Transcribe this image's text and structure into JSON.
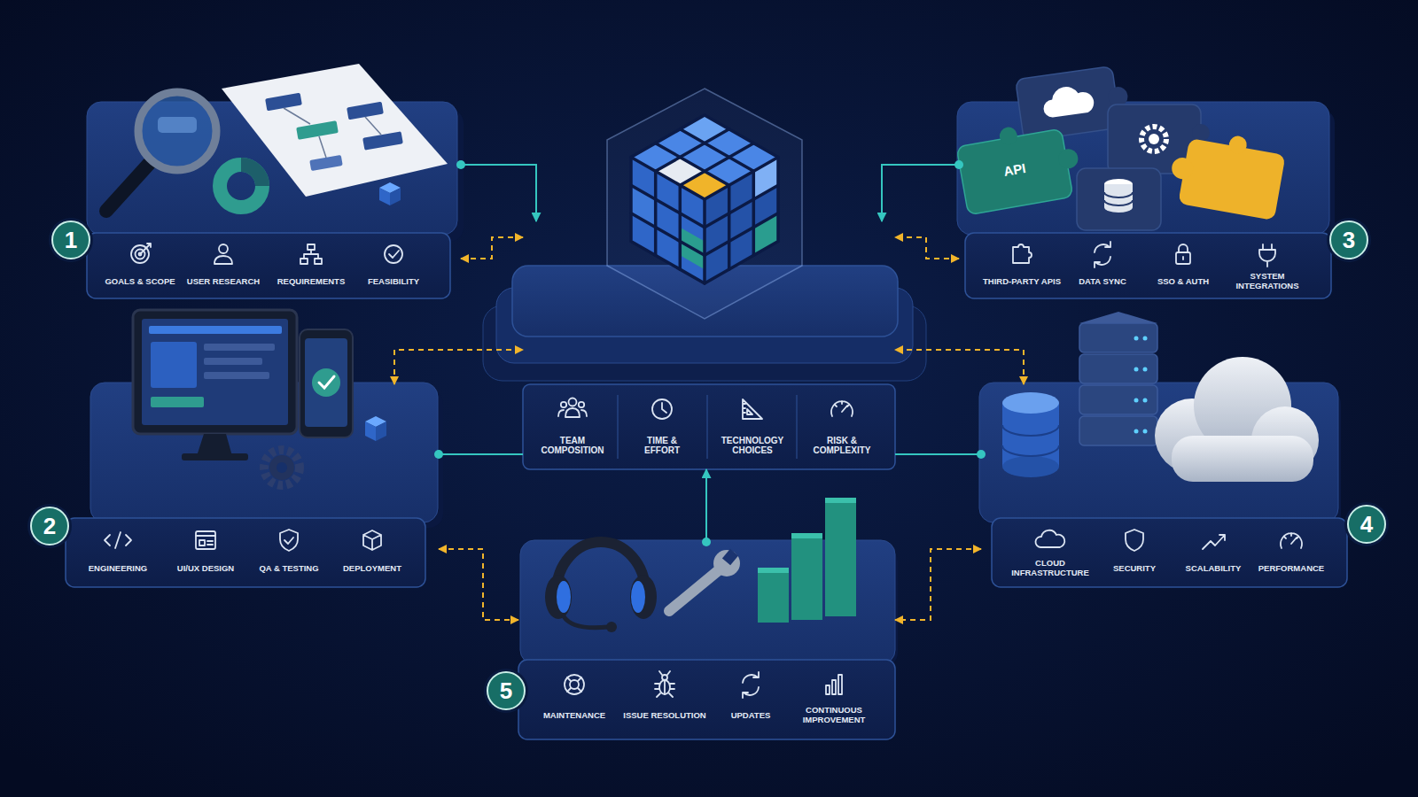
{
  "diagram": {
    "nodes": [
      {
        "text": [
          "GOALS & SCOPE",
          "USER RESEARCH",
          "REQUIREMENTS",
          "FEASIBILITY"
        ]
      },
      {
        "text": [
          "1"
        ],
        "in": 0
      },
      {
        "text": [
          "TEAM COMPOSITION",
          "TIME & EFFORT",
          "TECHNOLOGY CHOICES",
          "RISK & COMPLEXITY"
        ]
      },
      {
        "text": [
          "THIRD-PARTY APIS",
          "DATA SYNC",
          "SSO & AUTH",
          "SYSTEM INTEGRATIONS"
        ]
      },
      {
        "text": [
          "3"
        ],
        "in": 3
      },
      {
        "text": [
          "ENGINEERING",
          "UI/UX DESIGN",
          "QA & TESTING",
          "DEPLOYMENT"
        ]
      },
      {
        "text": [
          "2"
        ],
        "in": 5
      },
      {
        "text": [
          "CLOUD INFRASTRUCTURE",
          "SECURITY",
          "SCALABILITY",
          "PERFORMANCE"
        ]
      },
      {
        "text": [
          "4"
        ],
        "in": 7
      },
      {
        "text": [
          "MAINTENANCE",
          "ISSUE RESOLUTION",
          "UPDATES",
          "CONTINUOUS IMPROVEMENT"
        ]
      },
      {
        "text": [
          "5"
        ],
        "in": 9
      }
    ],
    "edges": [
      {
        "from": 0,
        "to": 2,
        "arrow": "to"
      },
      {
        "from": 3,
        "to": 2,
        "arrow": "to"
      },
      {
        "from": 5,
        "to": 2,
        "arrow": "none"
      },
      {
        "from": 7,
        "to": 2,
        "arrow": "none"
      },
      {
        "from": 9,
        "to": 2,
        "arrow": "to"
      },
      {
        "from": 0,
        "to": 2,
        "arrow": "both"
      },
      {
        "from": 3,
        "to": 2,
        "arrow": "both"
      },
      {
        "from": 5,
        "to": 2,
        "arrow": "both"
      },
      {
        "from": 7,
        "to": 2,
        "arrow": "both"
      },
      {
        "from": 5,
        "to": 9,
        "arrow": "both"
      },
      {
        "from": 7,
        "to": 9,
        "arrow": "both"
      }
    ],
    "labels": [
      "API"
    ]
  }
}
